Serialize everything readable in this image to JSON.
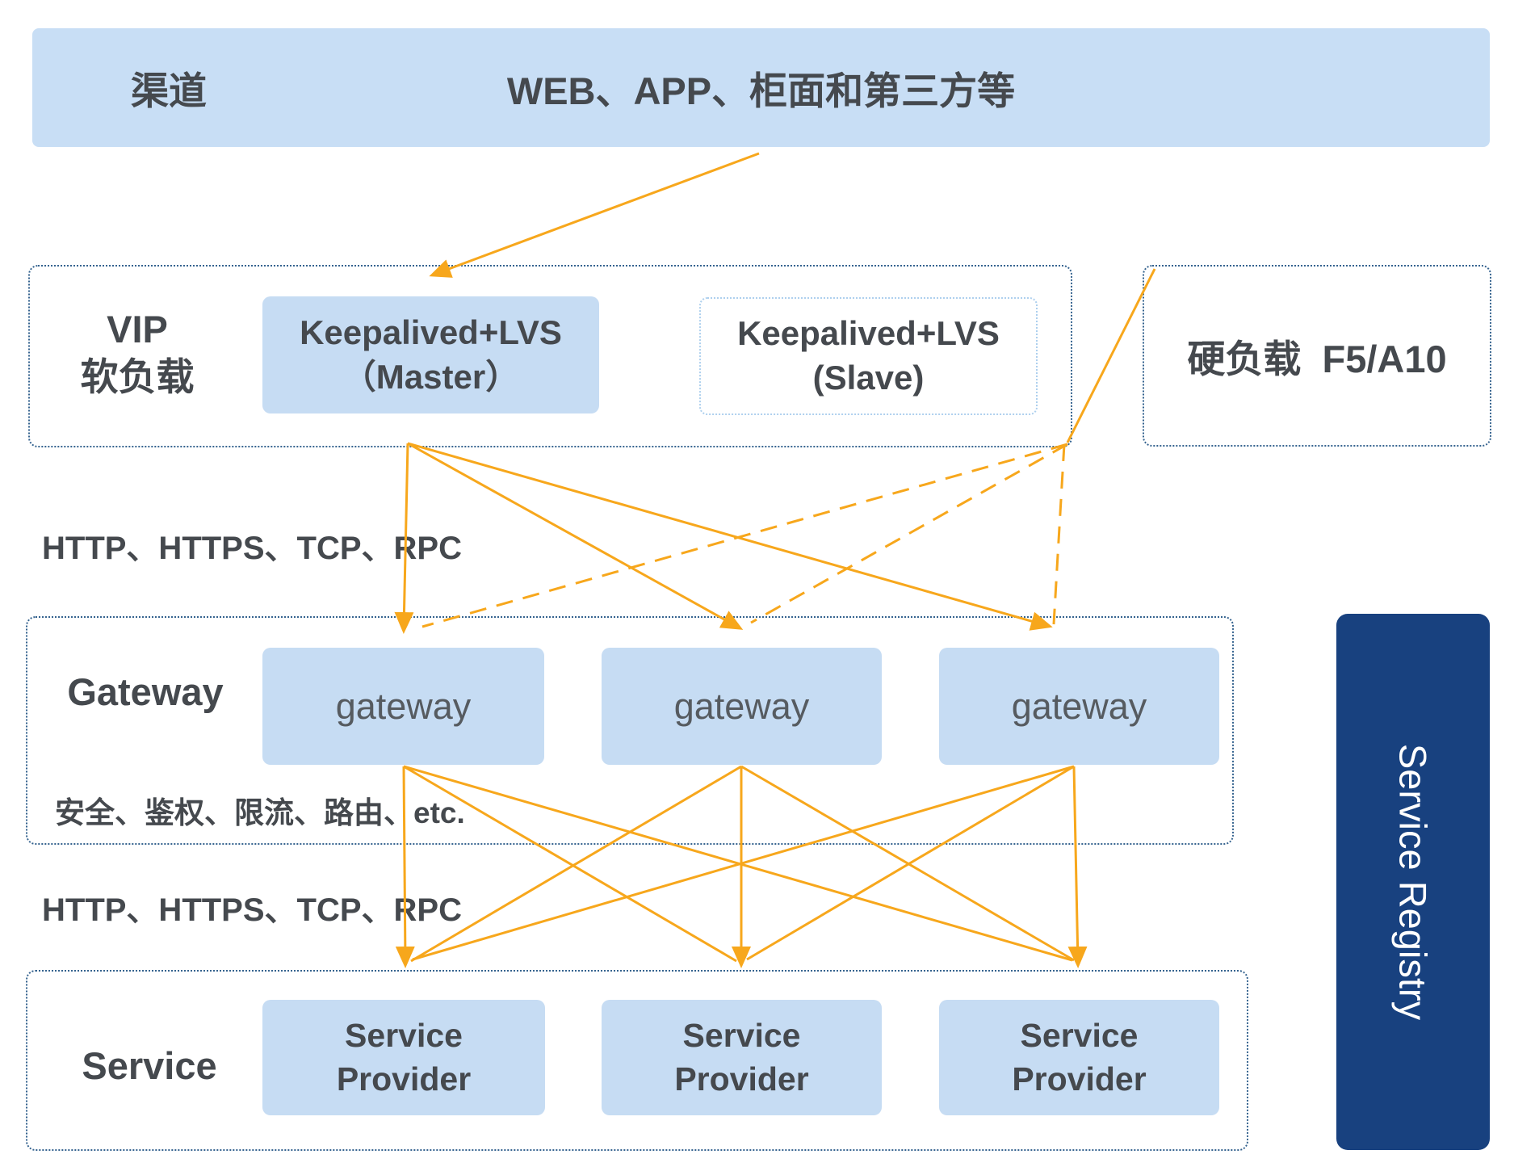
{
  "colors": {
    "banner_bg": "#c8def5",
    "box_bg": "#c6dcf3",
    "section_border": "#35638f",
    "slave_border": "#aed0ee",
    "arrow": "#f7a71c",
    "registry_bg": "#18417f",
    "text_dark": "#45494e",
    "text_medium": "#565b60"
  },
  "banner": {
    "label": "渠道",
    "title": "WEB、APP、柜面和第三方等"
  },
  "vip_section": {
    "label": "VIP\n软负载",
    "master": "Keepalived+LVS\n（Master）",
    "slave": "Keepalived+LVS\n(Slave)"
  },
  "hard_load": {
    "title": "硬负载  F5/A10"
  },
  "edge_labels": {
    "vip_to_gateway": "HTTP、HTTPS、TCP、RPC",
    "gateway_features": "安全、鉴权、限流、路由、etc.",
    "gateway_to_service": "HTTP、HTTPS、TCP、RPC"
  },
  "gateway_section": {
    "label": "Gateway",
    "boxes": [
      "gateway",
      "gateway",
      "gateway"
    ]
  },
  "service_section": {
    "label": "Service",
    "boxes": [
      "Service\nProvider",
      "Service\nProvider",
      "Service\nProvider"
    ]
  },
  "registry": {
    "label": "Service Registry"
  }
}
